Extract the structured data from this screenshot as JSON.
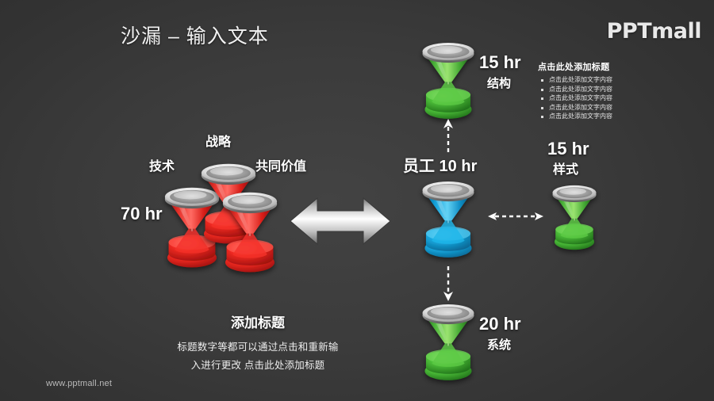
{
  "header": {
    "title": "沙漏 – 输入文本",
    "logo": "PPTmall"
  },
  "footer": {
    "url": "www.pptmall.net"
  },
  "nodes": {
    "left_cluster": {
      "hours": "70 hr",
      "label_top": "战略",
      "label_left": "技术",
      "label_right": "共同价值",
      "color": "#e8231f"
    },
    "center": {
      "label": "员工 10 hr",
      "color": "#17a9e0"
    },
    "top": {
      "hours": "15 hr",
      "label": "结构",
      "color": "#4bbf3a"
    },
    "right": {
      "hours": "15 hr",
      "label": "样式",
      "color": "#4bbf3a"
    },
    "bottom": {
      "hours": "20 hr",
      "label": "系统",
      "color": "#4bbf3a"
    }
  },
  "side_text": {
    "title": "点击此处添加标题",
    "bullets": [
      "点击此处添加文字内容",
      "点击此处添加文字内容",
      "点击此处添加文字内容",
      "点击此处添加文字内容",
      "点击此处添加文字内容"
    ]
  },
  "caption": {
    "title": "添加标题",
    "line1": "标题数字等都可以通过点击和重新输",
    "line2": "入进行更改 点击此处添加标题"
  },
  "colors": {
    "background": "#3a3a3a",
    "text": "#ffffff",
    "red": "#e8231f",
    "blue": "#17a9e0",
    "green": "#4bbf3a",
    "silver": "#d8d8d8"
  }
}
